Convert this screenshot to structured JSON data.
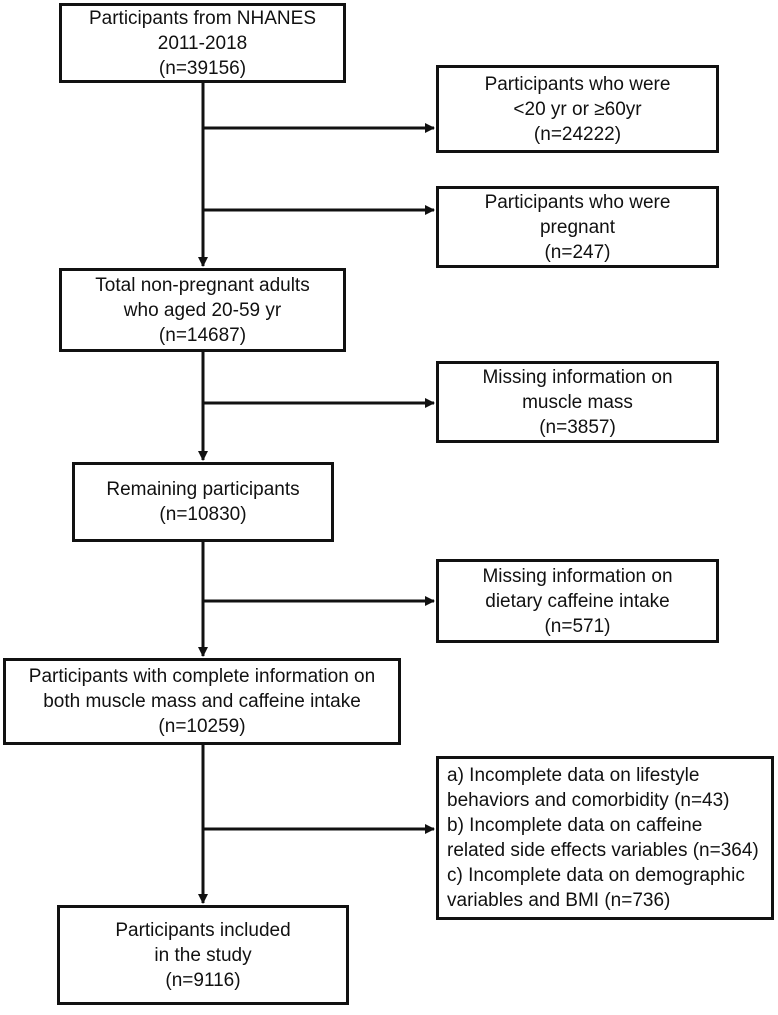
{
  "boxes": {
    "start": {
      "lines": [
        "Participants from NHANES",
        "2011-2018",
        "(n=39156)"
      ]
    },
    "excl_age": {
      "lines": [
        "Participants who were",
        "<20 yr or ≥60yr",
        "(n=24222)"
      ]
    },
    "excl_pregnant": {
      "lines": [
        "Participants who were",
        "pregnant",
        "(n=247)"
      ]
    },
    "adults": {
      "lines": [
        "Total non-pregnant adults",
        "who aged 20-59 yr",
        "(n=14687)"
      ]
    },
    "excl_muscle": {
      "lines": [
        "Missing information on",
        "muscle mass",
        "(n=3857)"
      ]
    },
    "remaining": {
      "lines": [
        "Remaining participants",
        "(n=10830)"
      ]
    },
    "excl_caffeine": {
      "lines": [
        "Missing information on",
        "dietary caffeine intake",
        "(n=571)"
      ]
    },
    "complete": {
      "lines": [
        "Participants with complete information on",
        "both muscle mass and caffeine intake",
        "(n=10259)"
      ]
    },
    "excl_other": {
      "lines": [
        "a) Incomplete data on lifestyle",
        "behaviors and comorbidity (n=43)",
        "b) Incomplete data on caffeine",
        "related side effects variables (n=364)",
        "c) Incomplete data on demographic",
        "variables and BMI (n=736)"
      ]
    },
    "final": {
      "lines": [
        "Participants included",
        "in the study",
        "(n=9116)"
      ]
    }
  },
  "colors": {
    "line": "#111111",
    "background": "#ffffff"
  }
}
